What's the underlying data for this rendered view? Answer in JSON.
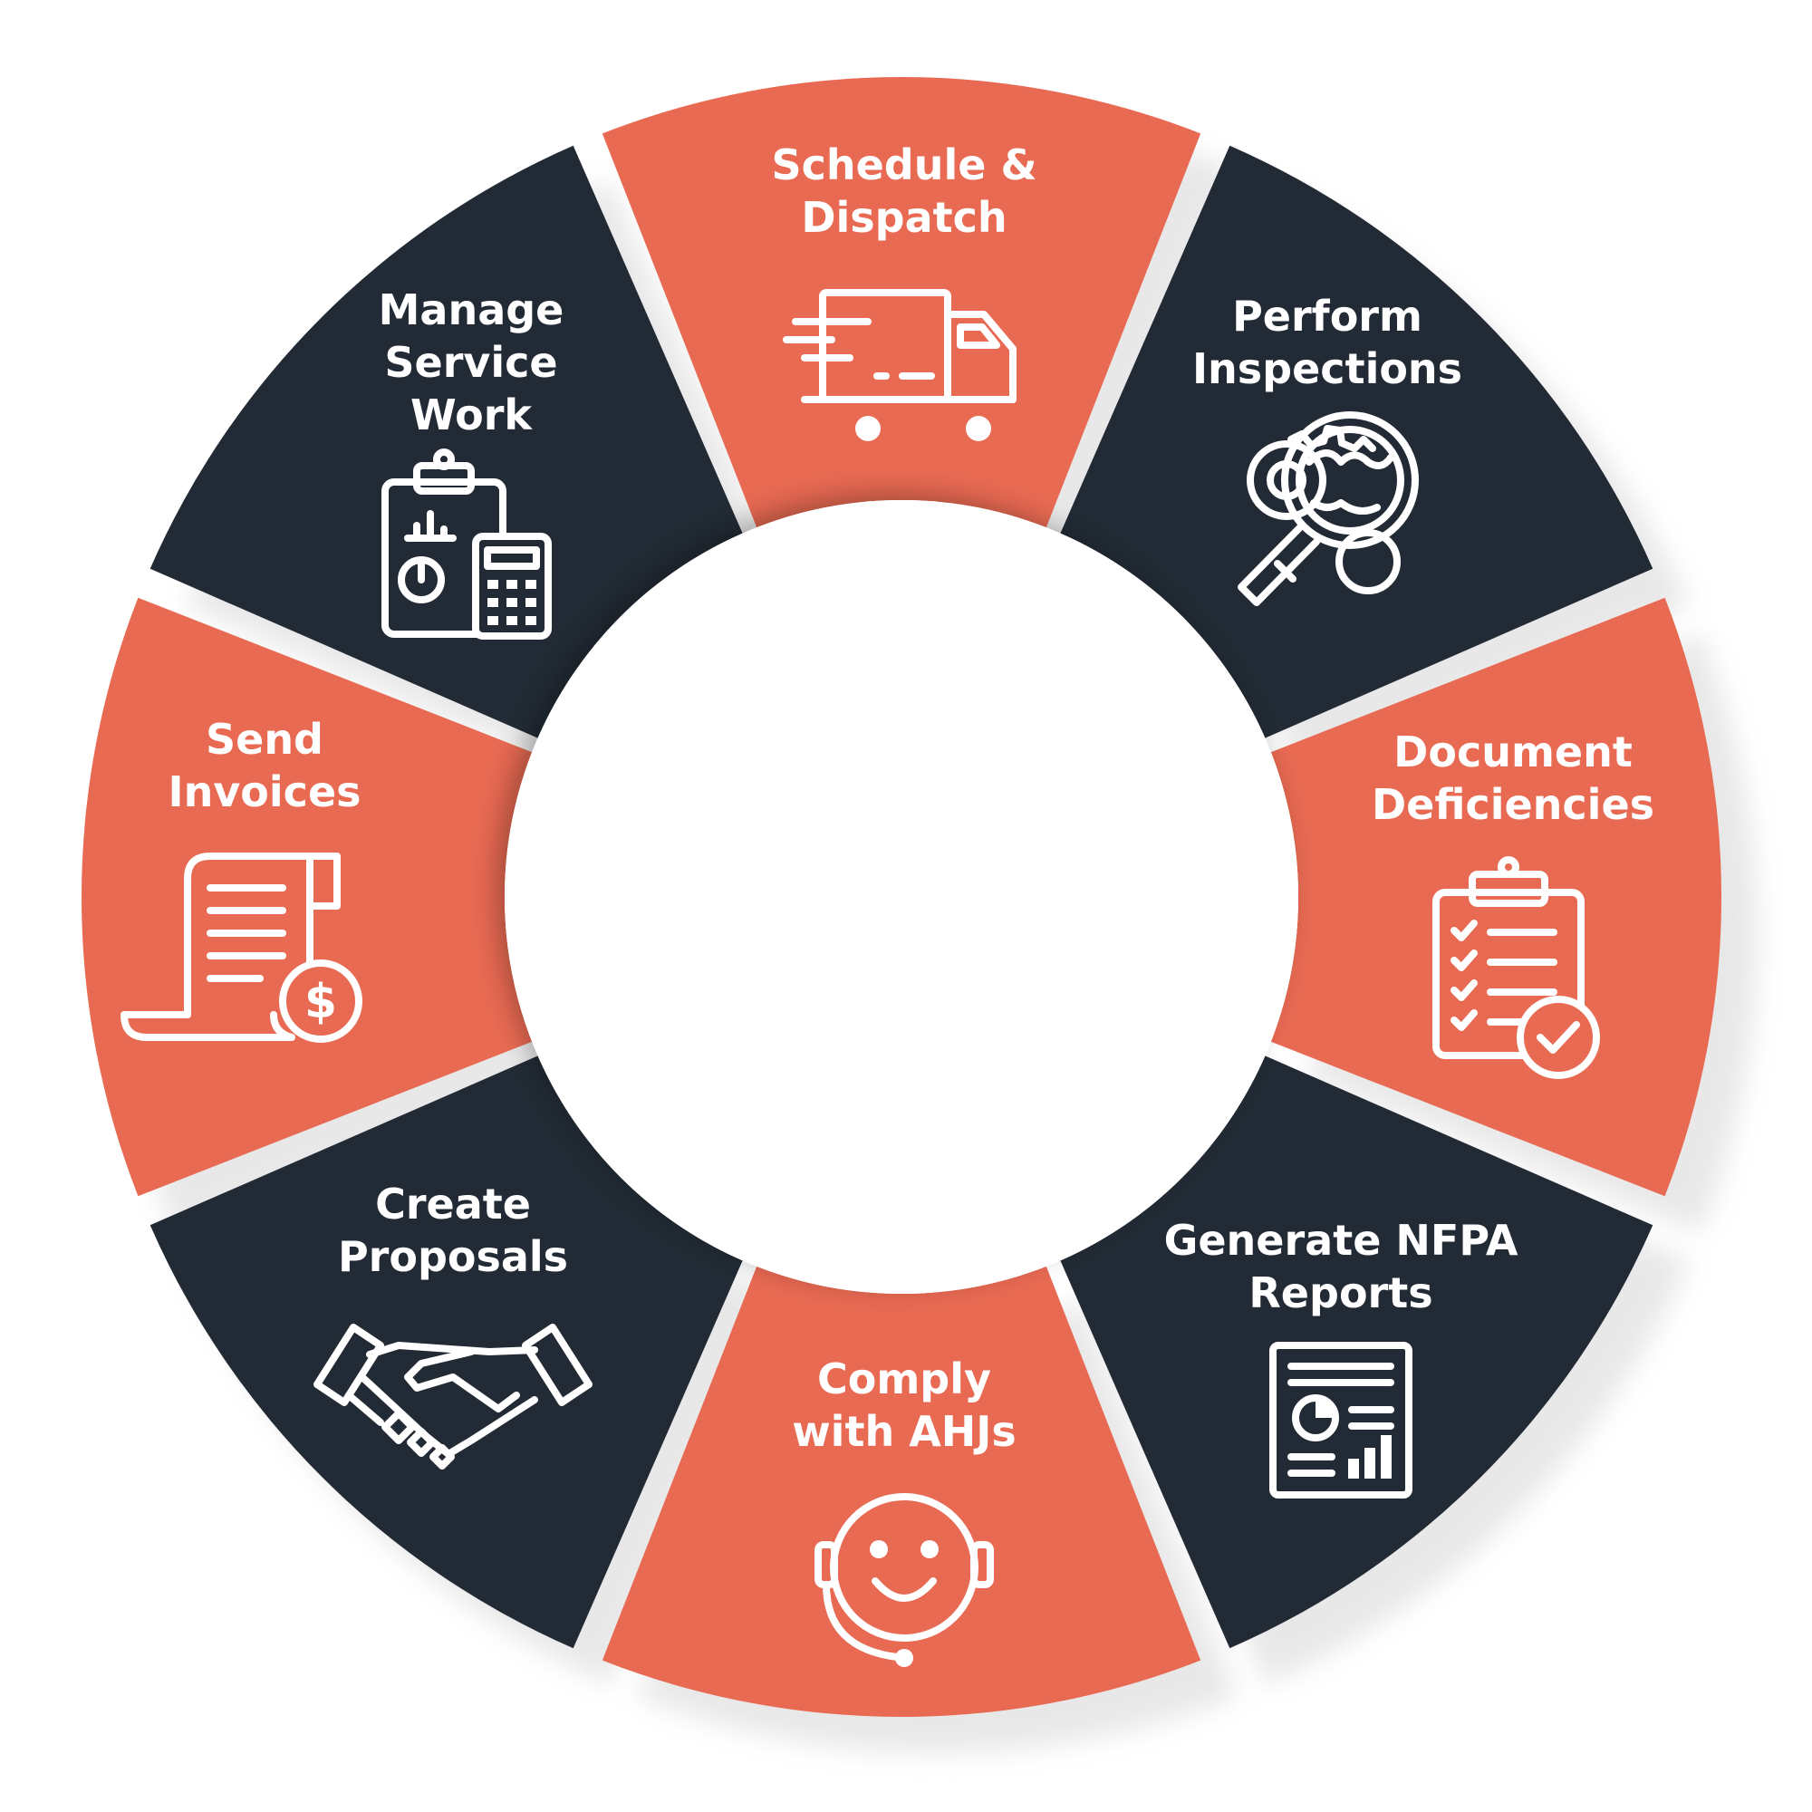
{
  "colors": {
    "coral": "#E96A53",
    "navy": "#222B35",
    "hole": "#ffffff",
    "shadow": "#d6d6d6"
  },
  "segments": [
    {
      "id": "schedule-dispatch",
      "lines": [
        "Schedule &",
        "Dispatch"
      ],
      "color": "coral",
      "icon": "delivery-truck-icon"
    },
    {
      "id": "perform-inspections",
      "lines": [
        "Perform",
        "Inspections"
      ],
      "color": "navy",
      "icon": "magnifier-gear-icon"
    },
    {
      "id": "document-deficiencies",
      "lines": [
        "Document",
        "Deficiencies"
      ],
      "color": "coral",
      "icon": "checklist-clipboard-icon"
    },
    {
      "id": "generate-nfpa-reports",
      "lines": [
        "Generate NFPA",
        "Reports"
      ],
      "color": "navy",
      "icon": "report-document-icon"
    },
    {
      "id": "comply-with-ahjs",
      "lines": [
        "Comply",
        "with AHJs"
      ],
      "color": "coral",
      "icon": "smiley-headset-icon"
    },
    {
      "id": "create-proposals",
      "lines": [
        "Create",
        "Proposals"
      ],
      "color": "navy",
      "icon": "handshake-icon"
    },
    {
      "id": "send-invoices",
      "lines": [
        "Send",
        "Invoices"
      ],
      "color": "coral",
      "icon": "invoice-receipt-icon"
    },
    {
      "id": "manage-service-work",
      "lines": [
        "Manage",
        "Service",
        "Work"
      ],
      "color": "navy",
      "icon": "clipboard-calculator-icon"
    }
  ]
}
